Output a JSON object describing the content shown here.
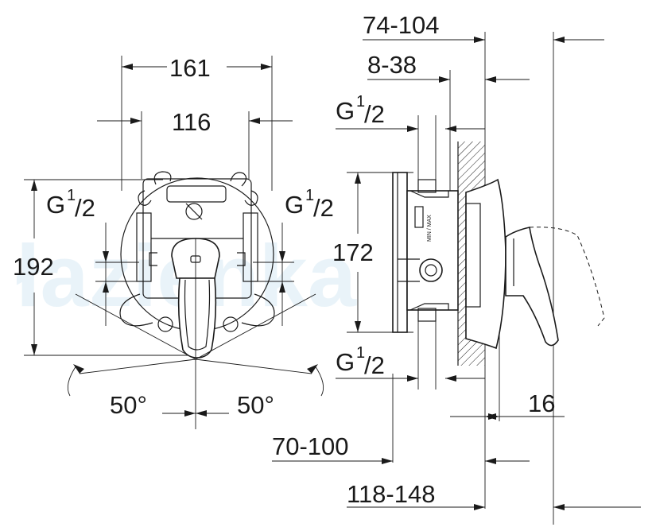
{
  "front_view": {
    "width_outer": "161",
    "width_inner": "116",
    "height": "192",
    "connection_left": {
      "base": "G",
      "sup": "1",
      "sub": "/2"
    },
    "connection_right": {
      "base": "G",
      "sup": "1",
      "sub": "/2"
    },
    "angle_left": "50°",
    "angle_right": "50°"
  },
  "side_view": {
    "depth_range": "74-104",
    "wall_range": "8-38",
    "height": "172",
    "connection_top": {
      "base": "G",
      "sup": "1",
      "sub": "/2"
    },
    "connection_bottom": {
      "base": "G",
      "sup": "1",
      "sub": "/2"
    },
    "handle_offset": "16",
    "body_range": "70-100",
    "total_range": "118-148",
    "body_mark": "MIN / MAX"
  },
  "watermark": "łazienka"
}
